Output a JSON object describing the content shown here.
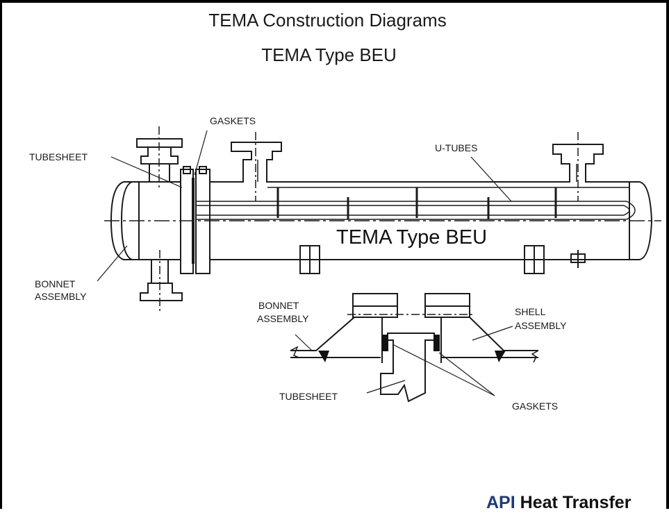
{
  "titles": {
    "main": "TEMA Construction Diagrams",
    "sub": "TEMA Type BEU"
  },
  "labels": {
    "gaskets_top": "GASKETS",
    "tubesheet_top": "TUBESHEET",
    "u_tubes": "U-TUBES",
    "type_label": "TEMA Type BEU",
    "bonnet_line1": "BONNET",
    "bonnet_line2": "ASSEMBLY",
    "detail_bonnet_line1": "BONNET",
    "detail_bonnet_line2": "ASSEMBLY",
    "shell_line1": "SHELL",
    "shell_line2": "ASSEMBLY",
    "tubesheet_detail": "TUBESHEET",
    "gaskets_detail": "GASKETS"
  },
  "footer": {
    "api": "API",
    "heat": "Heat Transfer"
  }
}
